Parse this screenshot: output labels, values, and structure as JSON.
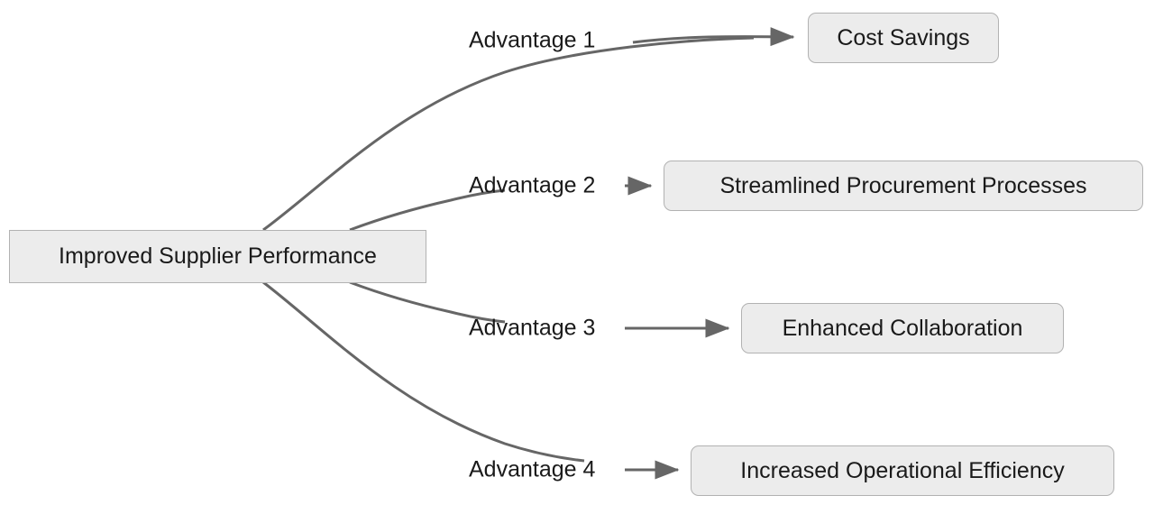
{
  "diagram": {
    "type": "flowchart-left-to-right",
    "title": "Improved Supplier Performance advantages",
    "colors": {
      "node_fill": "#ececec",
      "node_border": "#b2b2b2",
      "edge_stroke": "#666666",
      "text": "#1a1a1a",
      "background": "#ffffff"
    },
    "root_node": {
      "id": "improved-supplier-performance",
      "label": "Improved Supplier Performance",
      "shape": "rectangle"
    },
    "branches": [
      {
        "id": "cost-savings",
        "edge_label": "Advantage 1",
        "target_label": "Cost Savings",
        "shape": "rounded-rectangle"
      },
      {
        "id": "streamlined-procurement-processes",
        "edge_label": "Advantage 2",
        "target_label": "Streamlined Procurement Processes",
        "shape": "rounded-rectangle"
      },
      {
        "id": "enhanced-collaboration",
        "edge_label": "Advantage 3",
        "target_label": "Enhanced Collaboration",
        "shape": "rounded-rectangle"
      },
      {
        "id": "increased-operational-efficiency",
        "edge_label": "Advantage 4",
        "target_label": "Increased Operational Efficiency",
        "shape": "rounded-rectangle"
      }
    ]
  }
}
